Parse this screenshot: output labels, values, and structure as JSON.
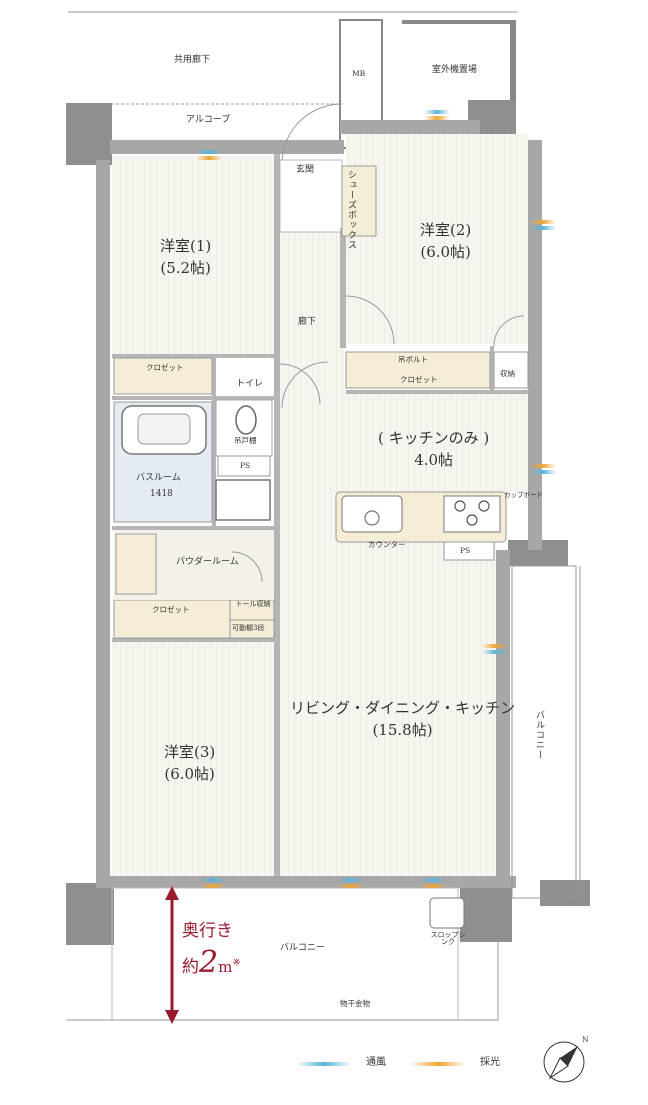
{
  "corridor": {
    "shared": "共用廊下",
    "alcove": "アルコーブ",
    "mb": "MB",
    "outdoor_unit": "室外機置場"
  },
  "entrance": {
    "genkan": "玄関",
    "shoebox": "シューズボックス",
    "hallway": "廊下"
  },
  "rooms": {
    "western1": {
      "name": "洋室(1)",
      "size": "(5.2帖)"
    },
    "western2": {
      "name": "洋室(2)",
      "size": "(6.0帖)"
    },
    "western3": {
      "name": "洋室(3)",
      "size": "(6.0帖)"
    },
    "kitchen": {
      "name": "キッチンのみ",
      "size": "4.0帖"
    },
    "ldk": {
      "name": "リビング・ダイニング・キッチン",
      "size": "(15.8帖)"
    }
  },
  "storage": {
    "closet1": "クロゼット",
    "closet2": "クロゼット",
    "closet3": "クロゼット",
    "hanger_pole": "吊ボルト",
    "storage": "収納",
    "toilet_storage": "トール収納",
    "shelves": "可動棚3段"
  },
  "water": {
    "toilet": "トイレ",
    "shelf": "吊戸棚",
    "ps1": "PS",
    "ps2": "PS",
    "bathroom": "バスルーム",
    "bath_size": "1418",
    "powder_room": "パウダールーム",
    "counter": "カウンター",
    "cupboard": "カップボード"
  },
  "balcony": {
    "side": "バルコニー",
    "front": "バルコニー",
    "slop_sink": "スロップシンク",
    "clothes_rack": "物干金物"
  },
  "depth": {
    "line1": "奥行き",
    "prefix": "約",
    "value": "2",
    "unit": "m",
    "mark": "※"
  },
  "legend": {
    "ventilation": "通風",
    "daylight": "採光",
    "north": "N",
    "ventilation_color": "#5ab4d6",
    "daylight_color": "#f0a532"
  },
  "colors": {
    "wall": "#8f8f8f",
    "floor": "#f4f1ea",
    "storage": "#f5edd6",
    "accent": "#9a1b2e"
  }
}
